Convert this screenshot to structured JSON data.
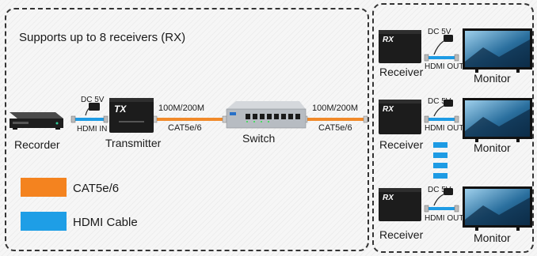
{
  "header": {
    "supports_text": "Supports up to 8 receivers (RX)"
  },
  "left": {
    "recorder_label": "Recorder",
    "transmitter_label": "Transmitter",
    "transmitter_brand": "TX",
    "power_label": "DC 5V",
    "hdmi_in_label": "HDMI IN"
  },
  "links": {
    "left_speed": "100M/200M",
    "left_cable": "CAT5e/6",
    "right_speed": "100M/200M",
    "right_cable": "CAT5e/6"
  },
  "center": {
    "switch_label": "Switch"
  },
  "receivers": [
    {
      "label": "Receiver",
      "brand": "RX",
      "power_label": "DC 5V",
      "hdmi_out_label": "HDMI OUT",
      "monitor_label": "Monitor"
    },
    {
      "label": "Receiver",
      "brand": "RX",
      "power_label": "DC 5V",
      "hdmi_out_label": "HDMI OUT",
      "monitor_label": "Monitor"
    },
    {
      "label": "Receiver",
      "brand": "RX",
      "power_label": "DC 5V",
      "hdmi_out_label": "HDMI OUT",
      "monitor_label": "Monitor"
    }
  ],
  "legend": {
    "cat_label": "CAT5e/6",
    "hdmi_label": "HDMI Cable"
  },
  "colors": {
    "cat_cable": "#f18a2a",
    "hdmi_cable": "#1e9be4",
    "legend_orange": "#f4831f",
    "legend_blue": "#1e9ee6"
  }
}
